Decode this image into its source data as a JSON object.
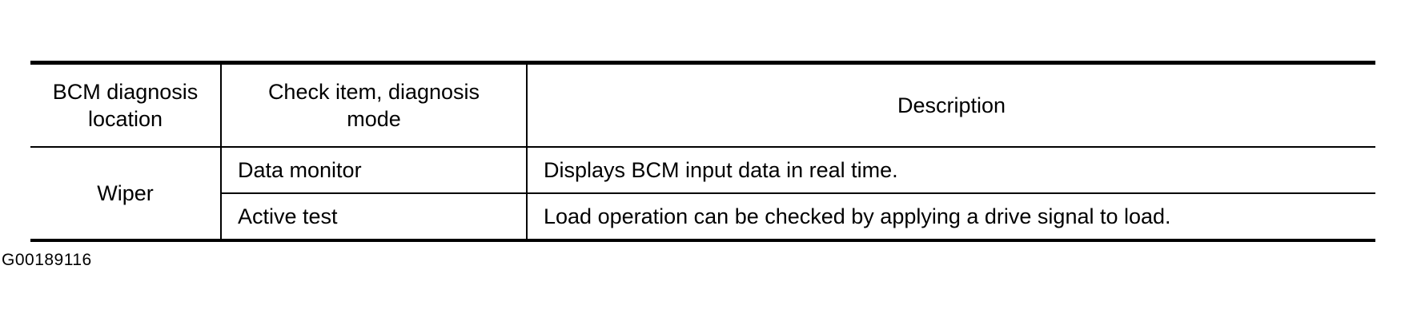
{
  "table": {
    "headers": [
      "BCM diagnosis\nlocation",
      "Check item, diagnosis\nmode",
      "Description"
    ],
    "location": "Wiper",
    "rows": [
      {
        "check_item": "Data monitor",
        "description": "Displays BCM input data in real time."
      },
      {
        "check_item": "Active test",
        "description": "Load operation can be checked by applying a drive signal to load."
      }
    ]
  },
  "figure_id": "G00189116"
}
